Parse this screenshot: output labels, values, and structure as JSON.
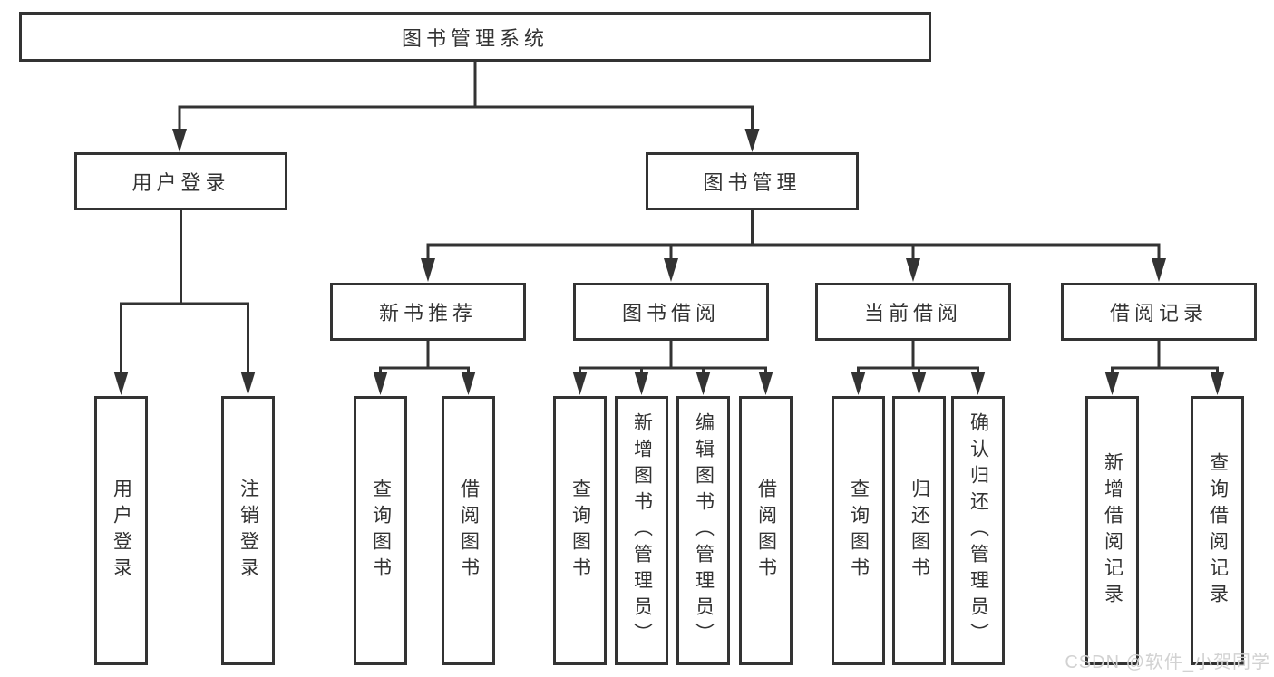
{
  "diagram": {
    "type": "hierarchy-tree",
    "root": {
      "label": "图书管理系统",
      "children": [
        {
          "label": "用户登录",
          "children": [
            {
              "label": "用户登录"
            },
            {
              "label": "注销登录"
            }
          ]
        },
        {
          "label": "图书管理",
          "children": [
            {
              "label": "新书推荐",
              "children": [
                {
                  "label": "查询图书"
                },
                {
                  "label": "借阅图书"
                }
              ]
            },
            {
              "label": "图书借阅",
              "children": [
                {
                  "label": "查询图书"
                },
                {
                  "label": "新增图书（管理员）"
                },
                {
                  "label": "编辑图书（管理员）"
                },
                {
                  "label": "借阅图书"
                }
              ]
            },
            {
              "label": "当前借阅",
              "children": [
                {
                  "label": "查询图书"
                },
                {
                  "label": "归还图书"
                },
                {
                  "label": "确认归还（管理员）"
                }
              ]
            },
            {
              "label": "借阅记录",
              "children": [
                {
                  "label": "新增借阅记录"
                },
                {
                  "label": "查询借阅记录"
                }
              ]
            }
          ]
        }
      ]
    }
  },
  "watermark": {
    "text": "CSDN @软件_小贺同学",
    "color": "#d2d2d2"
  },
  "colors": {
    "line": "#333333",
    "box_border": "#333333",
    "text": "#333333",
    "background": "#ffffff"
  }
}
